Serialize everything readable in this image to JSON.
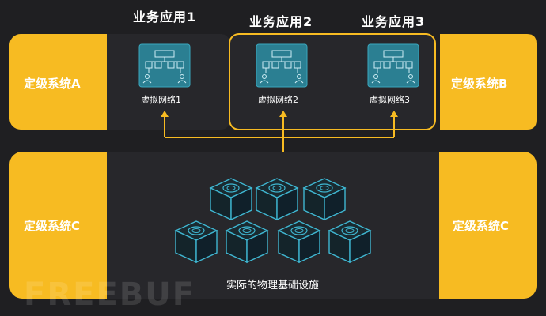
{
  "apps": [
    "业务应用1",
    "业务应用2",
    "业务应用3"
  ],
  "systems": {
    "a": "定级系统A",
    "b": "定级系统B",
    "c_left": "定级系统C",
    "c_right": "定级系统C"
  },
  "networks": [
    "虚拟网络1",
    "虚拟网络2",
    "虚拟网络3"
  ],
  "infrastructure": "实际的物理基础设施",
  "watermark": "FREEBUF",
  "colors": {
    "yellow": "#f7bb22",
    "dark": "#1f1f22",
    "panel": "#27272b",
    "teal": "#2b8a9e",
    "teal_dark": "#1c5a68",
    "cube_line": "#3fb6d1"
  }
}
